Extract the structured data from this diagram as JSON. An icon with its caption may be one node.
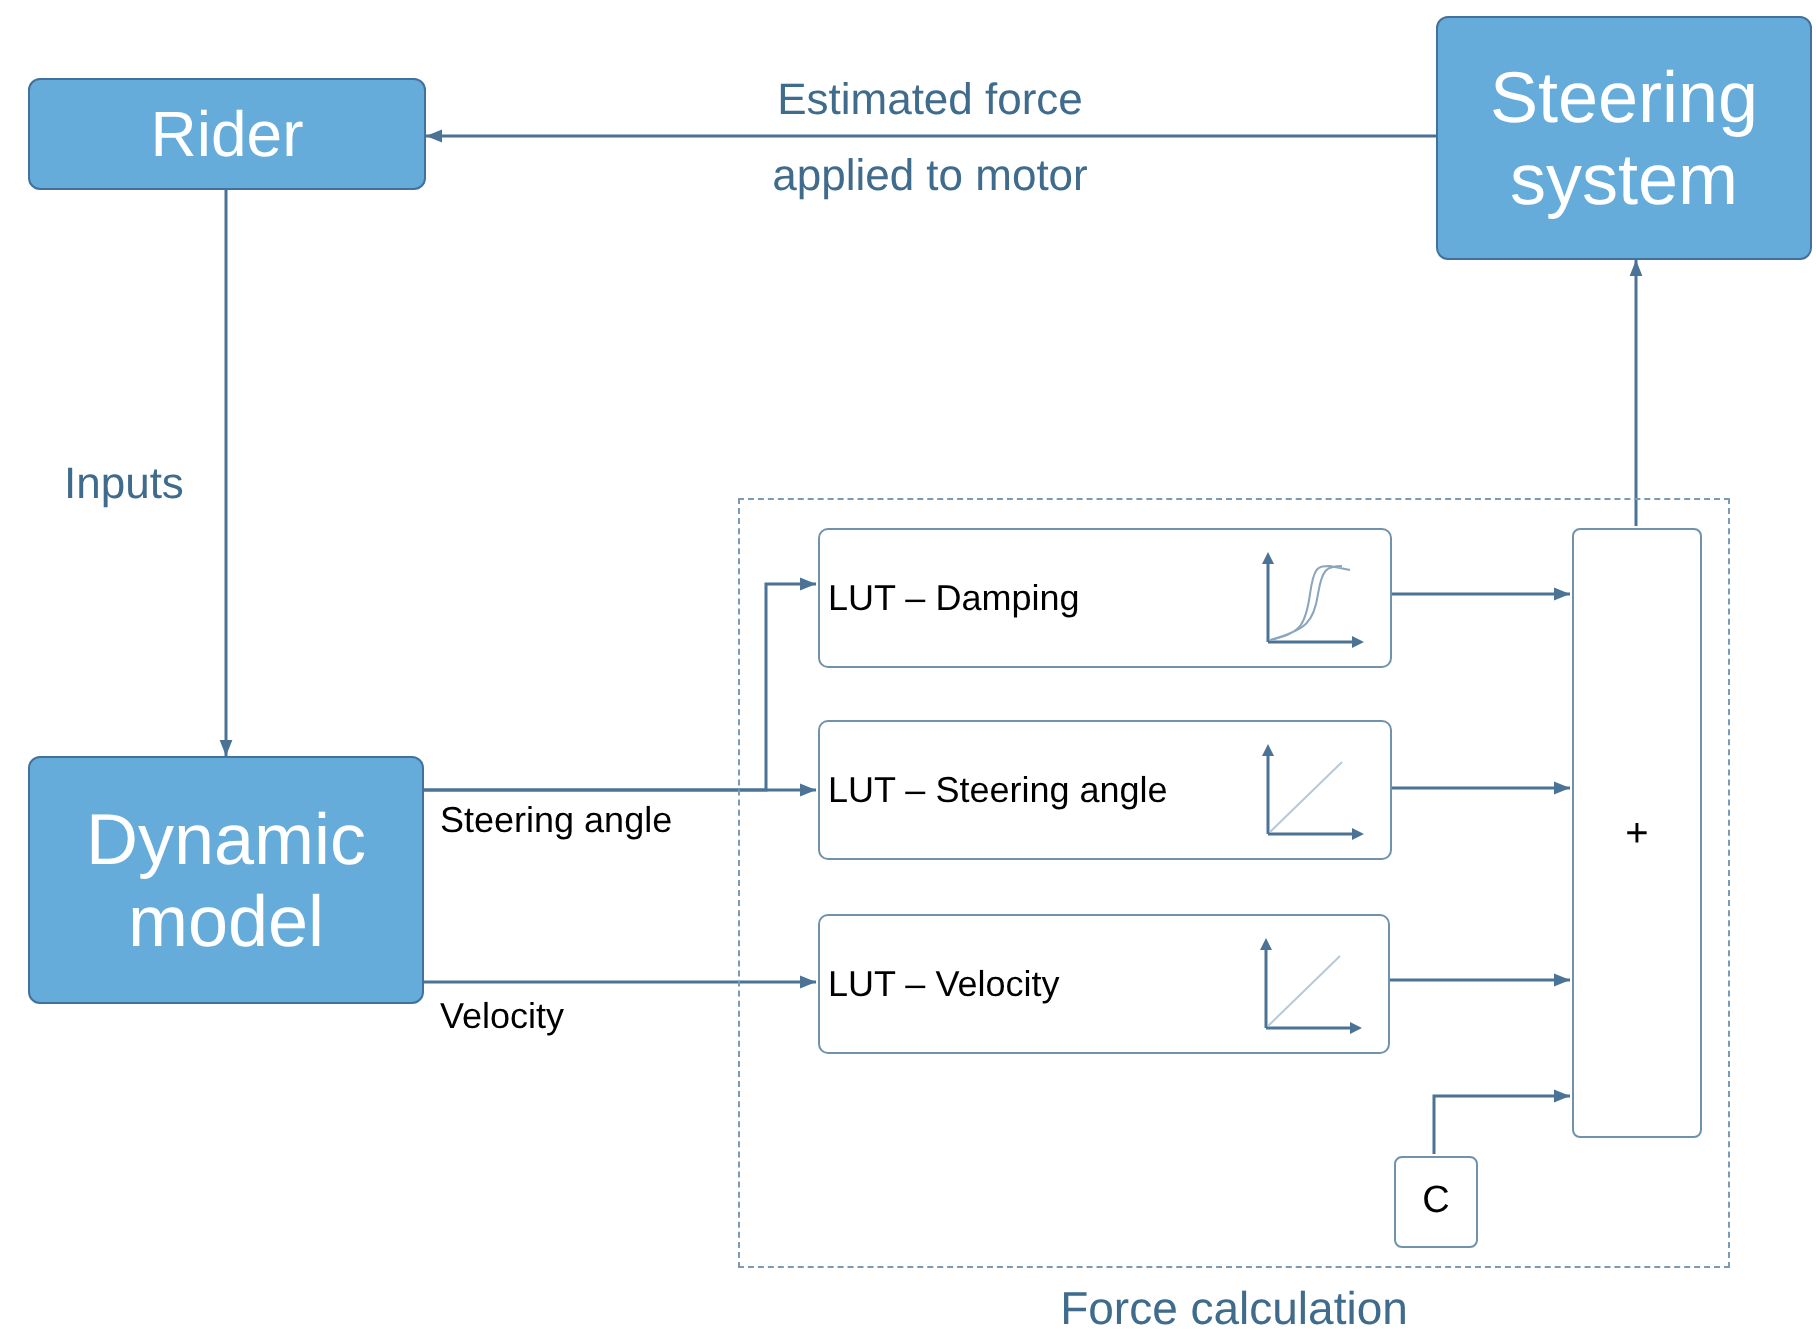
{
  "diagram": {
    "nodes": [
      {
        "text": [
          "Rider"
        ]
      },
      {
        "text": [
          "Steering system"
        ]
      },
      {
        "text": [
          "Dynamic model"
        ]
      },
      {
        "text": [
          "Force calculation"
        ]
      },
      {
        "text": [
          "LUT – Damping"
        ],
        "in": 3
      },
      {
        "text": [
          "LUT – Steering angle"
        ],
        "in": 3
      },
      {
        "text": [
          "LUT – Velocity"
        ],
        "in": 3
      },
      {
        "text": [
          "+"
        ],
        "in": 3
      },
      {
        "text": [
          "C"
        ],
        "in": 3
      }
    ],
    "edges": [
      {
        "from": 1,
        "to": 0,
        "arrow": "to",
        "label": "Estimated force applied to motor"
      },
      {
        "from": 0,
        "to": 2,
        "arrow": "to",
        "label": "Inputs"
      },
      {
        "from": 2,
        "to": 5,
        "arrow": "to",
        "label": "Steering angle"
      },
      {
        "from": 2,
        "to": 4,
        "arrow": "to"
      },
      {
        "from": 2,
        "to": 6,
        "arrow": "to",
        "label": "Velocity"
      },
      {
        "from": 4,
        "to": 7,
        "arrow": "to"
      },
      {
        "from": 5,
        "to": 7,
        "arrow": "to"
      },
      {
        "from": 6,
        "to": 7,
        "arrow": "to"
      },
      {
        "from": 8,
        "to": 7,
        "arrow": "to"
      },
      {
        "from": 7,
        "to": 1,
        "arrow": "to"
      }
    ]
  }
}
